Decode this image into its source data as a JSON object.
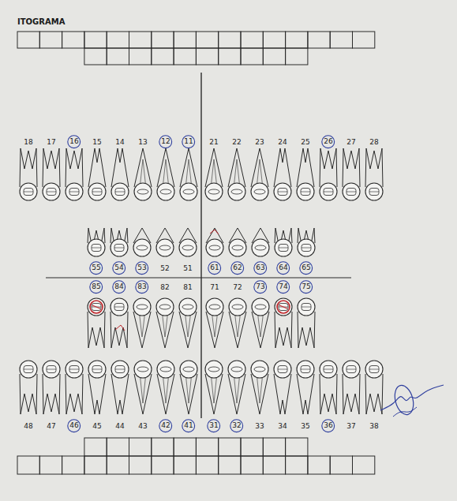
{
  "diagram": {
    "title": "ITOGRAMA",
    "nodes": [
      {
        "text": [
          "16"
        ]
      },
      {
        "text": [
          "12"
        ]
      },
      {
        "text": [
          "11"
        ]
      },
      {
        "text": [
          "26"
        ]
      },
      {
        "text": [
          "55"
        ]
      },
      {
        "text": [
          "54"
        ]
      },
      {
        "text": [
          "53"
        ]
      },
      {
        "text": [
          "61"
        ]
      },
      {
        "text": [
          "62"
        ]
      },
      {
        "text": [
          "63"
        ]
      },
      {
        "text": [
          "64"
        ]
      },
      {
        "text": [
          "65"
        ]
      },
      {
        "text": [
          "85"
        ]
      },
      {
        "text": [
          "84"
        ]
      },
      {
        "text": [
          "83"
        ]
      },
      {
        "text": [
          "73"
        ]
      },
      {
        "text": [
          "74"
        ]
      },
      {
        "text": [
          "75"
        ]
      },
      {
        "text": [
          "46"
        ]
      },
      {
        "text": [
          "42"
        ]
      },
      {
        "text": [
          "41"
        ]
      },
      {
        "text": [
          "31"
        ]
      },
      {
        "text": [
          "32"
        ]
      },
      {
        "text": [
          "36"
        ]
      }
    ],
    "labels": [
      "18",
      "17",
      "15",
      "14",
      "13",
      "21",
      "22",
      "23",
      "24",
      "25",
      "27",
      "28",
      "52",
      "51",
      "82",
      "81",
      "71",
      "72",
      "48",
      "47",
      "45",
      "44",
      "43",
      "33",
      "34",
      "35",
      "37",
      "38"
    ]
  }
}
